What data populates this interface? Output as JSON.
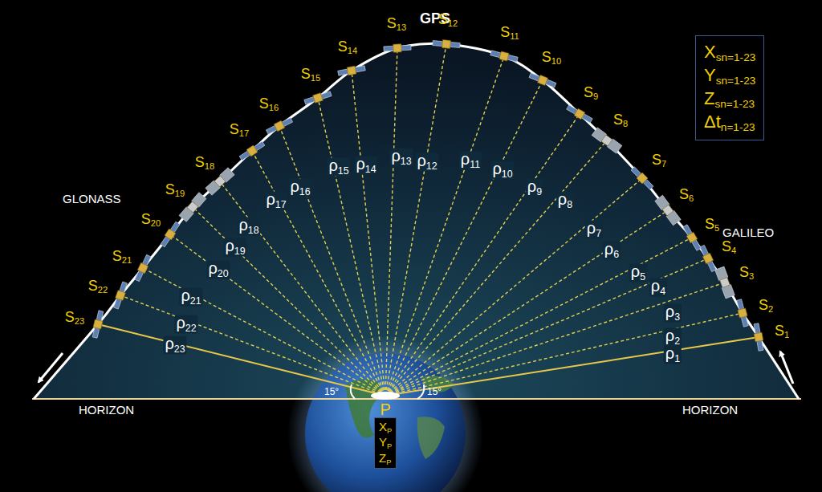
{
  "diagram": {
    "nodes": [
      {
        "text": [
          "Xsn=1-23",
          "Ysn=1-23",
          "Zsn=1-23",
          "Δtn=1-23"
        ]
      },
      {
        "text": [
          "P",
          "XP",
          "YP",
          "ZP"
        ]
      }
    ],
    "labels": [
      "GPS",
      "GLONASS",
      "GALILEO",
      "HORIZON",
      "HORIZON",
      "15°",
      "15°",
      "S1",
      "S2",
      "S3",
      "S4",
      "S5",
      "S6",
      "S7",
      "S8",
      "S9",
      "S10",
      "S11",
      "S12",
      "S13",
      "S14",
      "S15",
      "S16",
      "S17",
      "S18",
      "S19",
      "S20",
      "S21",
      "S22",
      "S23",
      "ρ1",
      "ρ2",
      "ρ3",
      "ρ4",
      "ρ5",
      "ρ6",
      "ρ7",
      "ρ8",
      "ρ9",
      "ρ10",
      "ρ11",
      "ρ12",
      "ρ13",
      "ρ14",
      "ρ15",
      "ρ16",
      "ρ17",
      "ρ18",
      "ρ19",
      "ρ20",
      "ρ21",
      "ρ22",
      "ρ23"
    ]
  }
}
